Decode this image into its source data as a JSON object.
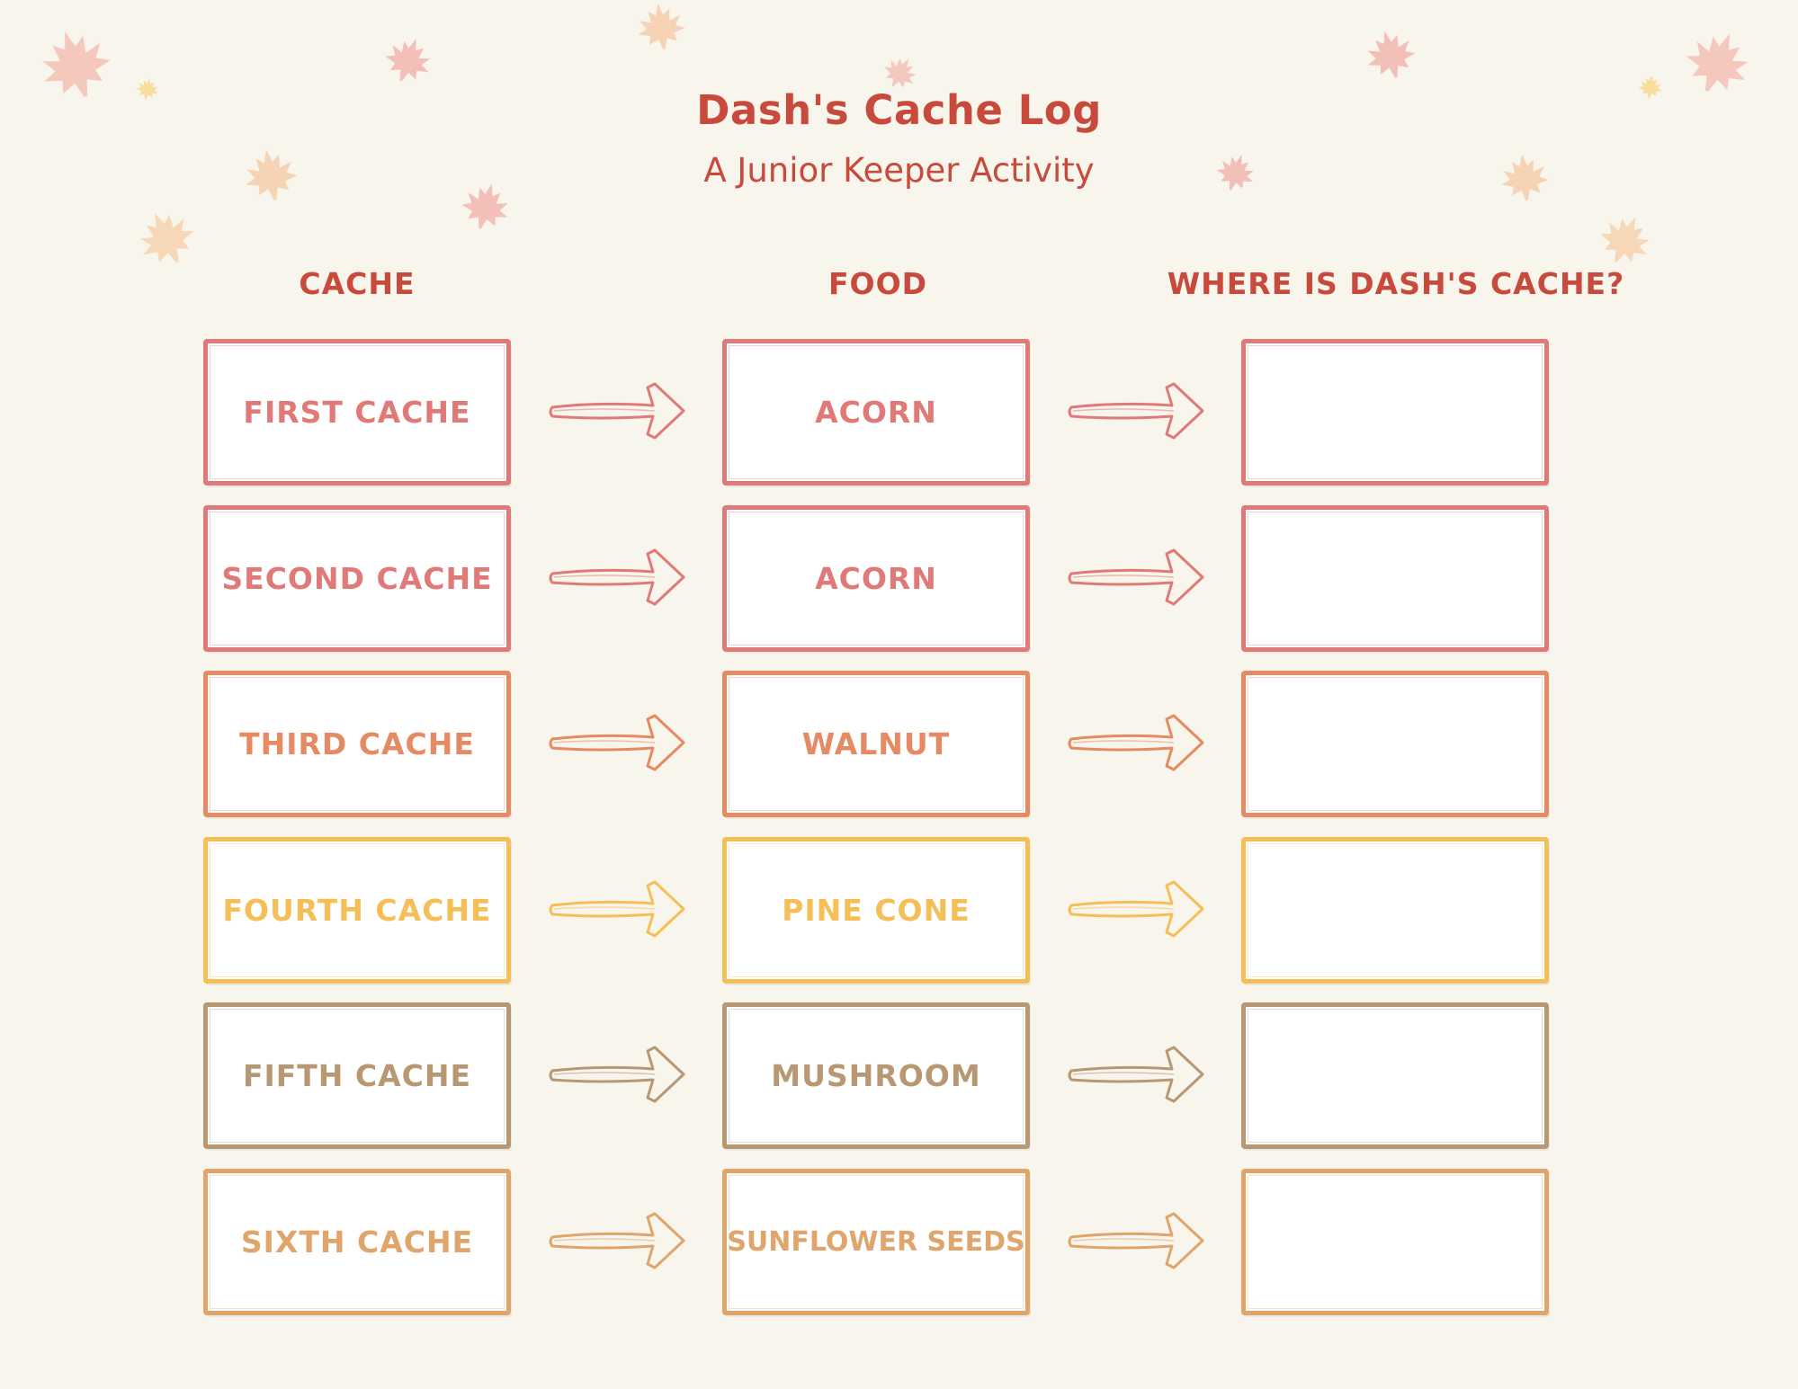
{
  "header": {
    "title": "Dash's Cache Log",
    "subtitle": "A Junior Keeper Activity"
  },
  "columns": {
    "cache": "CACHE",
    "food": "FOOD",
    "location": "WHERE IS DASH'S CACHE?"
  },
  "rows": [
    {
      "cache": "FIRST CACHE",
      "food": "ACORN",
      "answer": "",
      "color": "#e07a78"
    },
    {
      "cache": "SECOND CACHE",
      "food": "ACORN",
      "answer": "",
      "color": "#e07a78"
    },
    {
      "cache": "THIRD CACHE",
      "food": "WALNUT",
      "answer": "",
      "color": "#e58a62"
    },
    {
      "cache": "FOURTH CACHE",
      "food": "PINE CONE",
      "answer": "",
      "color": "#f5be57"
    },
    {
      "cache": "FIFTH CACHE",
      "food": "MUSHROOM",
      "answer": "",
      "color": "#b89773"
    },
    {
      "cache": "SIXTH CACHE",
      "food": "SUNFLOWER SEEDS",
      "answer": "",
      "color": "#dfa56b"
    }
  ],
  "colors": {
    "background": "#f8f5ec",
    "heading": "#c84a3d"
  },
  "decorations": {
    "icon": "maple-leaf-icon"
  }
}
